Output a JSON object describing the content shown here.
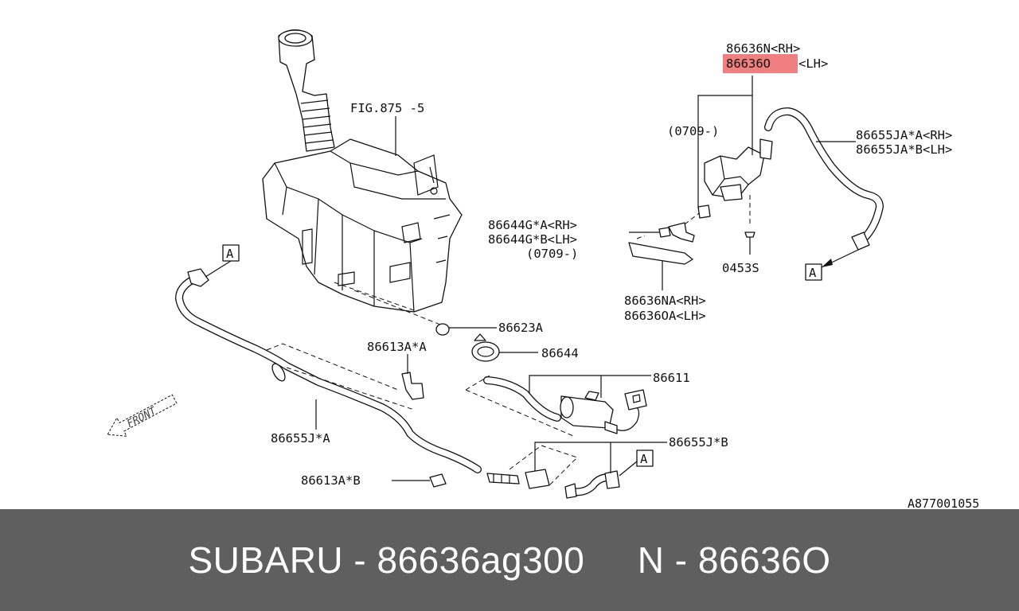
{
  "diagram": {
    "fig_ref": "FIG.875 -5",
    "ref_code": "A877001055",
    "callout_letter": "A",
    "front_label": "FRONT",
    "labels": {
      "p86636n_rh": "86636N<RH>",
      "p86636o_code": "86636O",
      "p86636o_side": "<LH>",
      "p0709a": "(0709-)",
      "p86655ja_a": "86655JA*A<RH>",
      "p86655ja_b": "86655JA*B<LH>",
      "p86644g_a": "86644G*A<RH>",
      "p86644g_b": "86644G*B<LH>",
      "p0709b": "(0709-)",
      "p0453s": "0453S",
      "p86636na": "86636NA<RH>",
      "p86636oa": "86636OA<LH>",
      "p86623a": "86623A",
      "p86613a_a": "86613A*A",
      "p86644": "86644",
      "p86611": "86611",
      "p86655j_a": "86655J*A",
      "p86655j_b": "86655J*B",
      "p86613a_b": "86613A*B"
    },
    "highlight_color": "#f07f7f"
  },
  "footer": {
    "text": "SUBARU - 86636ag300     N - 86636O"
  }
}
